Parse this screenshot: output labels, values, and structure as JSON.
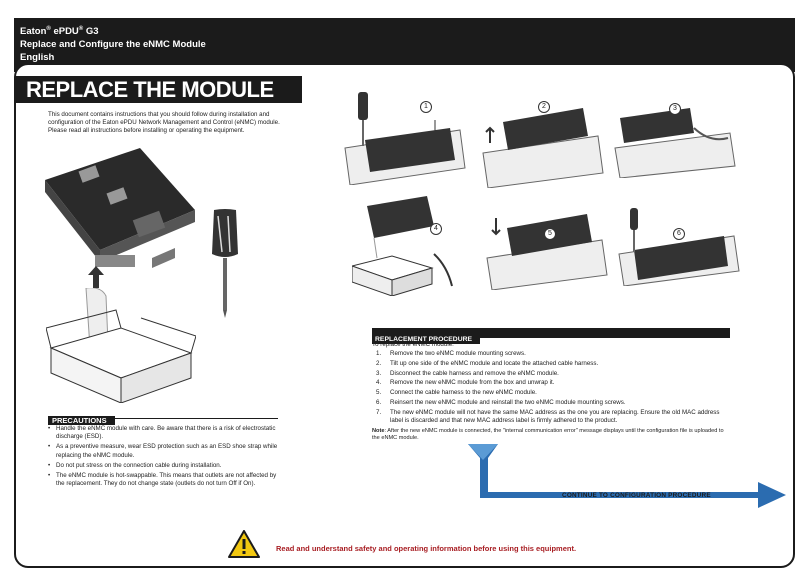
{
  "header": {
    "brand": "Eaton",
    "product": "ePDU",
    "version": "G3",
    "subtitle": "Replace and Configure the eNMC Module",
    "language": "English"
  },
  "banner": {
    "title": "REPLACE THE MODULE"
  },
  "intro": "This document contains instructions that you should follow during installation and configuration of the Eaton ePDU Network Management and Control (eNMC) module. Please read all instructions before installing or operating the equipment.",
  "precautions": {
    "title": "PRECAUTIONS",
    "items": [
      "Handle the eNMC module with care. Be aware that there is a risk of electrostatic discharge (ESD).",
      "As a preventive measure, wear ESD protection such as an ESD shoe strap while replacing the eNMC module.",
      "Do not put stress on the connection cable during installation.",
      "The eNMC module is hot-swappable. This means that outlets are not affected by the replacement. They do not change state (outlets do not turn Off if On)."
    ]
  },
  "procedure": {
    "title": "REPLACEMENT PROCEDURE",
    "intro": "To replace the eNMC module:",
    "steps": [
      {
        "num": "1.",
        "text": "Remove the two eNMC module mounting screws."
      },
      {
        "num": "2.",
        "text": "Tilt up one side of the eNMC module and locate the attached cable harness."
      },
      {
        "num": "3.",
        "text": "Disconnect the cable harness and remove the eNMC module."
      },
      {
        "num": "4.",
        "text": "Remove the new eNMC module from the box and unwrap it."
      },
      {
        "num": "5.",
        "text": "Connect the cable harness to the new eNMC module."
      },
      {
        "num": "6.",
        "text": "Reinsert the new eNMC module and reinstall the two eNMC module mounting screws."
      },
      {
        "num": "7.",
        "text": "The new eNMC module will not have the same MAC address as the one you are replacing. Ensure the old MAC address label is discarded and that new MAC address label is firmly adhered to the product."
      }
    ],
    "note_label": "Note",
    "note_text": ": After the new eNMC module is connected, the \"internal communication error\" message displays until the configuration file is uploaded to the eNMC module."
  },
  "continue_label": "CONTINUE TO CONFIGURATION PROCEDURE",
  "step_markers": [
    "1",
    "2",
    "3",
    "4",
    "5",
    "6"
  ],
  "warning": {
    "icon": "warning-triangle-icon",
    "text": "Read and understand safety and operating information before using this equipment."
  },
  "colors": {
    "dark": "#1b1b1b",
    "accent_blue": "#2b6cb0",
    "warning_red": "#a81e23",
    "warning_yellow": "#f2c811"
  }
}
